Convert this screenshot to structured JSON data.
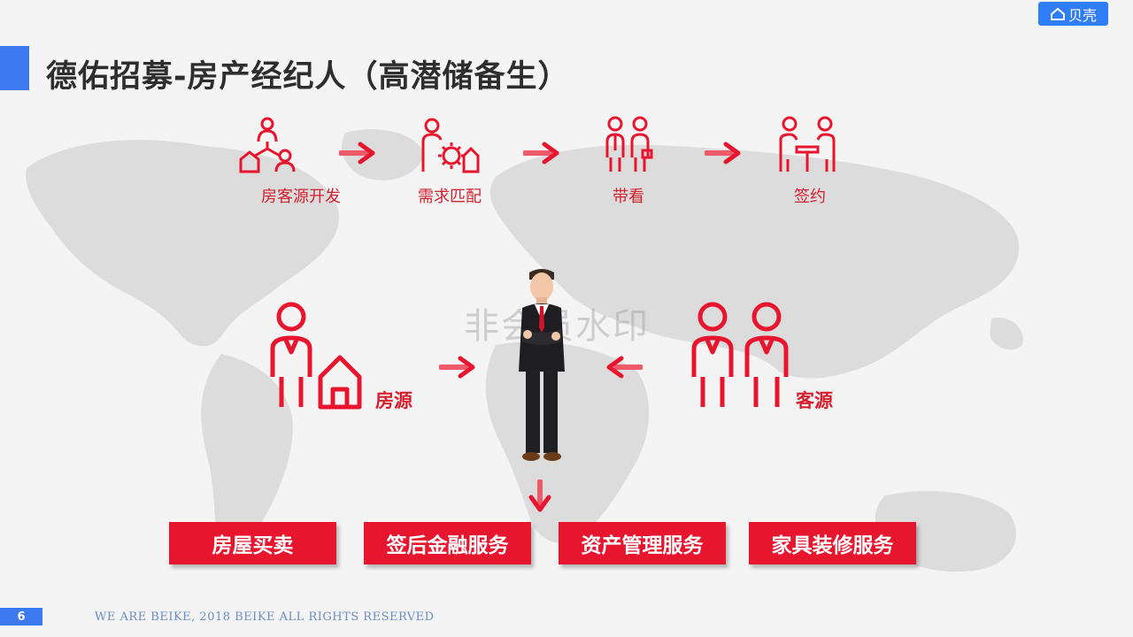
{
  "brand": {
    "logo_text": "贝壳",
    "logo_icon": "house-outline-icon"
  },
  "slide": {
    "title": "德佑招募-房产经纪人（高潜储备生）"
  },
  "process_steps": [
    {
      "label": "房客源开发",
      "icon": "people-house-network-icon"
    },
    {
      "label": "需求匹配",
      "icon": "person-gear-house-icon"
    },
    {
      "label": "带看",
      "icon": "two-people-icon"
    },
    {
      "label": "签约",
      "icon": "people-at-table-icon"
    }
  ],
  "sources": {
    "housing_label": "房源",
    "client_label": "客源"
  },
  "watermark": "非会员水印",
  "services": [
    "房屋买卖",
    "签后金融服务",
    "资产管理服务",
    "家具装修服务"
  ],
  "footer": {
    "page_number": "6",
    "copyright": "WE ARE BEIKE, 2018 BEIKE ALL RIGHTS RESERVED"
  },
  "colors": {
    "accent_red": "#e8152e",
    "brand_blue": "#3d79f0",
    "text_dark": "#2e2e2e"
  }
}
